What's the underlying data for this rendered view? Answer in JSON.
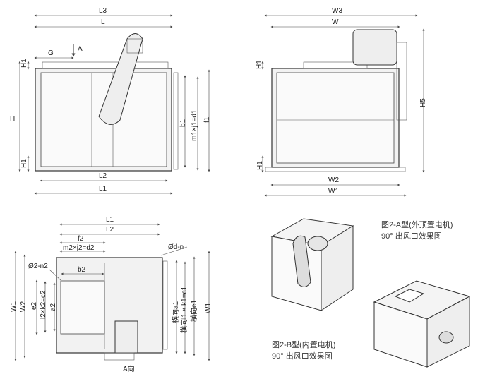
{
  "front_view": {
    "L3": "L3",
    "L": "L",
    "G": "G",
    "A": "A",
    "H1_top": "H1",
    "H": "H",
    "H1_bottom": "H1",
    "b1": "b1",
    "m1j1": "m1×j1=d1",
    "f1": "f1",
    "L2": "L2",
    "L1": "L1"
  },
  "side_view": {
    "W3": "W3",
    "W": "W",
    "H1_top": "H1",
    "H5": "H5",
    "H1_bottom": "H1",
    "W2": "W2",
    "W1": "W1"
  },
  "plan_view": {
    "L1": "L1",
    "L2": "L2",
    "f2": "f2",
    "m2j2": "m2×j2=d2",
    "d_n": "Ød-n",
    "d2_n2": "Ø2-n2",
    "b2": "b2",
    "W1_left": "W1",
    "W2": "W2",
    "e2": "e2",
    "l2k2": "l2×k2=c2",
    "a2": "a2",
    "a1": "横向a1",
    "l1k1": "横向l1 × k1=c1",
    "e1": "横向e1",
    "W1_right": "W1",
    "A_dir": "A向"
  },
  "captions": {
    "type_a_line1": "图2-A型(外顶置电机)",
    "type_a_line2": "90°  出风口效果图",
    "type_b_line1": "图2-B型(内置电机)",
    "type_b_line2": "90°  出风口效果图"
  }
}
